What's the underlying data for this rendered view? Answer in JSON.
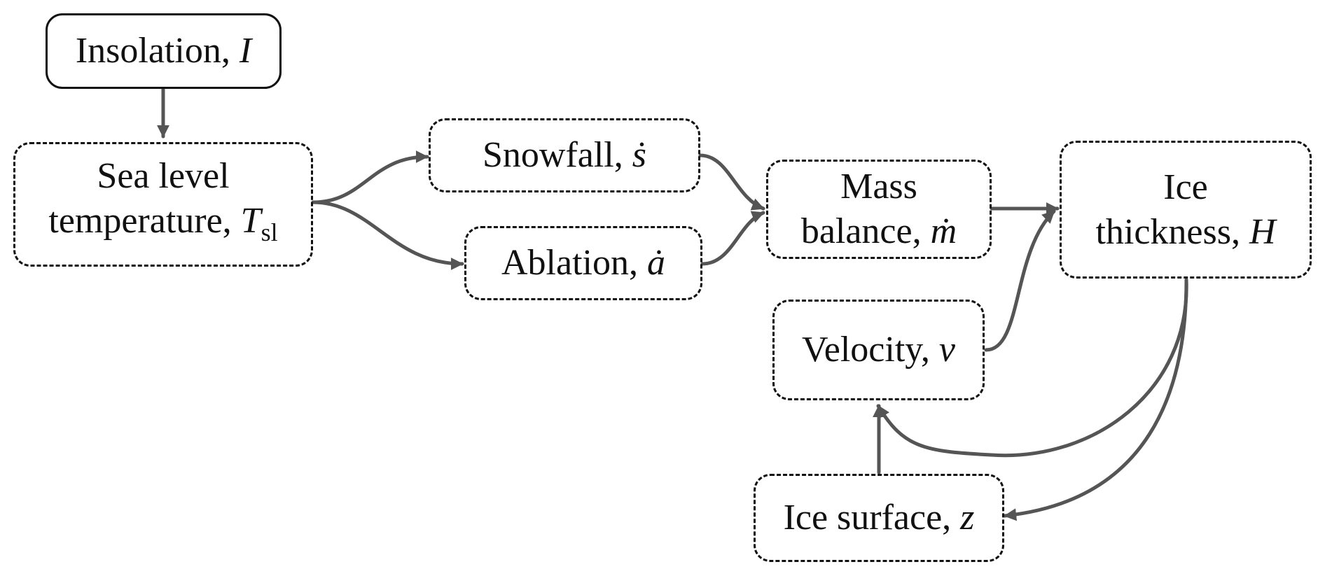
{
  "diagram": {
    "colors": {
      "edge": "#555555",
      "border": "#111111",
      "text": "#111111"
    },
    "nodes": {
      "insolation": {
        "label": "Insolation,",
        "var": "I"
      },
      "sea_level": {
        "line1": "Sea level",
        "line2": "temperature,",
        "var": "T",
        "sub": "sl"
      },
      "snowfall": {
        "label": "Snowfall,",
        "var": "ṡ"
      },
      "ablation": {
        "label": "Ablation,",
        "var": "ȧ"
      },
      "mass_balance": {
        "line1": "Mass",
        "line2": "balance,",
        "var": "ṁ"
      },
      "ice_thickness": {
        "line1": "Ice",
        "line2": "thickness,",
        "var": "H"
      },
      "velocity": {
        "label": "Velocity,",
        "var": "v"
      },
      "ice_surface": {
        "label": "Ice surface,",
        "var": "z"
      }
    },
    "edges": [
      {
        "from": "insolation",
        "to": "sea_level"
      },
      {
        "from": "sea_level",
        "to": "snowfall"
      },
      {
        "from": "sea_level",
        "to": "ablation"
      },
      {
        "from": "snowfall",
        "to": "mass_balance"
      },
      {
        "from": "ablation",
        "to": "mass_balance"
      },
      {
        "from": "mass_balance",
        "to": "ice_thickness"
      },
      {
        "from": "velocity",
        "to": "ice_thickness"
      },
      {
        "from": "ice_thickness",
        "to": "velocity"
      },
      {
        "from": "ice_thickness",
        "to": "ice_surface"
      },
      {
        "from": "ice_surface",
        "to": "velocity"
      }
    ]
  }
}
